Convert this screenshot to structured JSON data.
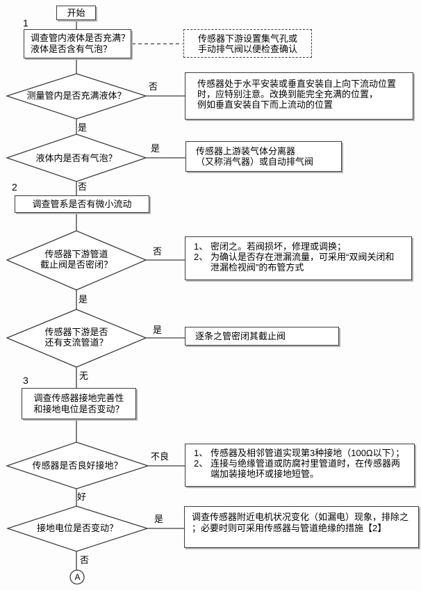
{
  "colors": {
    "line": "#3c3c3c",
    "text": "#000000",
    "background": "#ffffff",
    "box_fill": "#ffffff",
    "shadow": "#b2b2b2"
  },
  "start": {
    "label": "开始"
  },
  "terminal": {
    "label": "A"
  },
  "section_markers": {
    "one": "1",
    "two": "2",
    "three": "3"
  },
  "process_boxes": {
    "investigate_liquid": {
      "line1": "调查管内液体是否充满？",
      "line2": "液体是否含有气泡？"
    },
    "micro_flow": {
      "label": "调查管系是否有微小流动"
    },
    "grounding_check": {
      "line1": "调查传感器接地完善性",
      "line2": "和接地电位是否变动？"
    }
  },
  "decisions": {
    "d1": {
      "label": "测量管内是否充满液体？",
      "yes_label": "是",
      "no_label": "否"
    },
    "d2": {
      "label": "液体内是否有气泡？",
      "yes_label": "是",
      "no_label": "否"
    },
    "d3": {
      "line1": "传感器下游管道",
      "line2": "截止阀是否密闭？",
      "yes_label": "是",
      "no_label": "否"
    },
    "d4": {
      "line1": "传感器下游是否",
      "line2": "还有支流管道？",
      "yes_label": "是",
      "no_label": "无"
    },
    "d5": {
      "label": "传感器是否良好接地？",
      "yes_label": "好",
      "no_label": "不良"
    },
    "d6": {
      "label": "接地电位是否变动？",
      "yes_label": "是",
      "no_label": "否"
    }
  },
  "notes": {
    "vent_check": {
      "line1": "传感器下游设置集气孔或",
      "line2": "手动排气阀以便检查确认"
    },
    "install_position": {
      "line1": "传感器处于水平安装或垂直安装自上向下流动位置",
      "line2": "时，应特别注意。改换到能完全充满的位置，",
      "line3": "例如垂直安装自下而上流动的位置"
    },
    "gas_separator": {
      "line1": "传感器上游装气体分离器",
      "line2": "（又称消气器）或自动排气阀"
    },
    "seal_valve": {
      "num1": "1、",
      "item1": "密闭之。若阀损坏，修理或调换；",
      "num2": "2、",
      "item2_line1": "为确认是否存在泄漏流量，可采用“双阀关闭和",
      "item2_line2": "泄漏检视阀”的布管方式"
    },
    "close_branch": {
      "label": "逐条之管密闭其截止阀"
    },
    "grounding_fix": {
      "num1": "1、",
      "item1": "传感器及相邻管道实现第3种接地（100Ω以下）；",
      "num2": "2、",
      "item2_line1": "连接与绝缘管道或防腐衬里管道时，在传感器两",
      "item2_line2": "端加装接地环或接地短管。"
    },
    "potential_fix": {
      "line1": "调查传感器附近电机状况变化（如漏电）现象，排除之",
      "line2": "；必要时则可采用传感器与管道绝缘的措施【2】"
    }
  }
}
